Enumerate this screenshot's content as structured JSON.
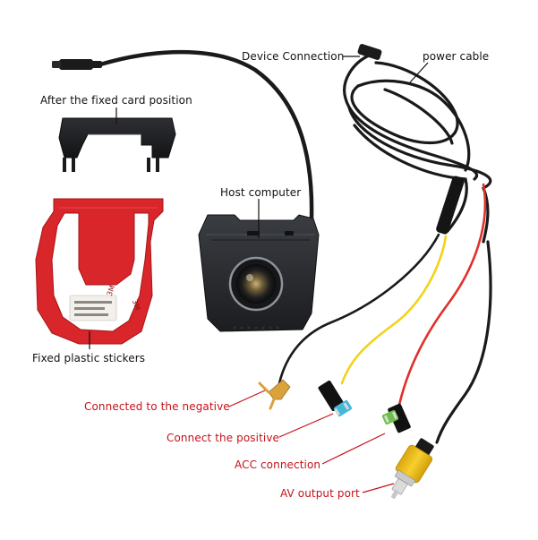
{
  "colors": {
    "background": "#ffffff",
    "label_black": "#111111",
    "label_red": "#c4121a",
    "leader_black": "#111111",
    "leader_red": "#c4121a",
    "cable_black": "#1a1a1a",
    "wire_red": "#e0302b",
    "wire_yellow": "#f2d21a",
    "sticker_red": "#d8262b",
    "rca_yellow": "#f4c21c",
    "fuse_blue": "#45b8d8",
    "fuse_green": "#6cc04a",
    "lug_gold": "#d9a23a",
    "camera_body": "#2b2d31"
  },
  "labels": {
    "device_connection": "Device Connection",
    "power_cable": "power cable",
    "card_position": "After the fixed card position",
    "host_computer": "Host computer",
    "plastic_stickers": "Fixed plastic stickers",
    "negative": "Connected to the negative",
    "positive": "Connect the positive",
    "acc": "ACC connection",
    "av_output": "AV output port"
  },
  "sticker_print": {
    "brand_mark": "3M"
  },
  "icons": [
    "bracket-icon",
    "adhesive-sticker-icon",
    "dashcam-icon",
    "usb-connector-icon",
    "cable-coil-icon",
    "ring-terminal-icon",
    "fuse-tap-icon",
    "rca-plug-icon"
  ]
}
